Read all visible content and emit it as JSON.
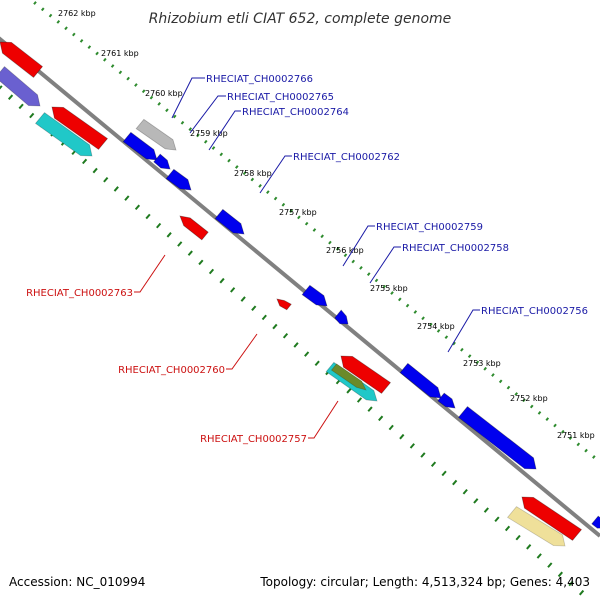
{
  "title": "Rhizobium etli CIAT 652, complete genome",
  "footer": {
    "accession": "Accession: NC_010994",
    "topology": "Topology: circular; Length: 4,513,324 bp; Genes: 4,403"
  },
  "colors": {
    "backbone": "#7a7a7a",
    "tick_outer": "#2e8b2e",
    "tick_inner": "#1f7a1f",
    "forward_label": "#1a1aa6",
    "reverse_label": "#cc1111"
  },
  "scale_labels": [
    "2762 kbp",
    "2761 kbp",
    "2760 kbp",
    "2759 kbp",
    "2758 kbp",
    "2757 kbp",
    "2756 kbp",
    "2755 kbp",
    "2754 kbp",
    "2753 kbp",
    "2752 kbp",
    "2751 kbp"
  ],
  "gene_labels": [
    {
      "text": "RHECIAT_CH0002766",
      "strand": "forward"
    },
    {
      "text": "RHECIAT_CH0002765",
      "strand": "forward"
    },
    {
      "text": "RHECIAT_CH0002764",
      "strand": "forward"
    },
    {
      "text": "RHECIAT_CH0002762",
      "strand": "forward"
    },
    {
      "text": "RHECIAT_CH0002759",
      "strand": "forward"
    },
    {
      "text": "RHECIAT_CH0002758",
      "strand": "forward"
    },
    {
      "text": "RHECIAT_CH0002756",
      "strand": "forward"
    },
    {
      "text": "RHECIAT_CH0002763",
      "strand": "reverse"
    },
    {
      "text": "RHECIAT_CH0002760",
      "strand": "reverse"
    },
    {
      "text": "RHECIAT_CH0002757",
      "strand": "reverse"
    }
  ]
}
